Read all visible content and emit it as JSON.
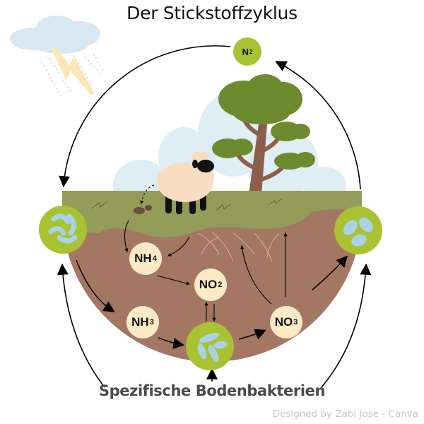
{
  "title": "Der Stickstoffzyklus",
  "nodes": {
    "n2": {
      "base": "N",
      "sub": "2"
    },
    "nh4": {
      "base": "NH",
      "sub": "4"
    },
    "no2": {
      "base": "NO",
      "sub": "2"
    },
    "nh3": {
      "base": "NH",
      "sub": "3"
    },
    "no3": {
      "base": "NO",
      "sub": "3"
    }
  },
  "bacteria_label": "Spezifische Bodenbakterien",
  "credit": "Designed by Zabi Jose - Canva",
  "icons": {
    "cloud": "storm-cloud-icon",
    "lightning": "lightning-icon",
    "sheep": "sheep-icon",
    "tree": "tree-icon",
    "bacteria": "bacteria-icon"
  },
  "colors": {
    "soil": "#a47763",
    "grass": "#939c58",
    "node_green": "#a8c232",
    "node_cream": "#fdebc8",
    "bacteria_blue": "#a9d2e9",
    "tree_green": "#6e8a2e",
    "trunk": "#8e5e4c",
    "sky_cloud": "#cfe4f0",
    "lightning": "#fde7b8"
  }
}
